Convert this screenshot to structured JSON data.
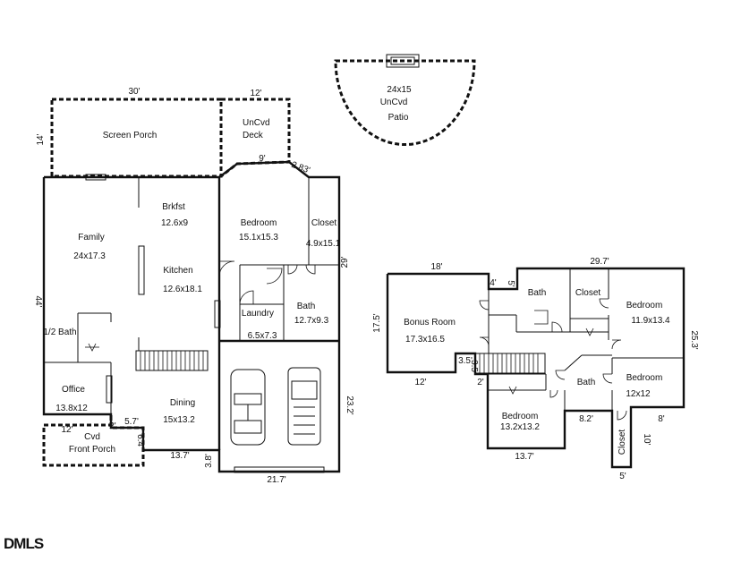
{
  "plan": {
    "logo": "DMLS",
    "first_floor": {
      "rooms": {
        "screen_porch": "Screen Porch",
        "uncvd_deck_1": "UnCvd",
        "uncvd_deck_2": "Deck",
        "patio_size": "24x15",
        "patio_1": "UnCvd",
        "patio_2": "Patio",
        "brkfst": "Brkfst",
        "brkfst_size": "12.6x9",
        "family": "Family",
        "family_size": "24x17.3",
        "kitchen": "Kitchen",
        "kitchen_size": "12.6x18.1",
        "bedroom": "Bedroom",
        "bedroom_size": "15.1x15.3",
        "closet": "Closet",
        "closet_size": "4.9x15.1",
        "bath": "Bath",
        "bath_size": "12.7x9.3",
        "laundry": "Laundry",
        "laundry_size": "6.5x7.3",
        "half_bath": "1/2 Bath",
        "office": "Office",
        "office_size": "13.8x12",
        "dining": "Dining",
        "dining_size": "15x13.2",
        "front_porch_1": "Cvd",
        "front_porch_2": "Front Porch"
      },
      "dims": {
        "d30": "30'",
        "d12a": "12'",
        "d14": "14'",
        "d9": "9'",
        "d283": "2.83'",
        "d29": "29'",
        "d44": "44'",
        "d232": "23.2'",
        "d217": "21.7'",
        "d38": "3.8'",
        "d137": "13.7'",
        "d57": "5.7'",
        "d64": "6.4'",
        "d12b": "12'",
        "d2": "2'"
      }
    },
    "second_floor": {
      "rooms": {
        "bonus": "Bonus Room",
        "bonus_size": "17.3x16.5",
        "bath_top": "Bath",
        "closet_top": "Closet",
        "bedroom_r": "Bedroom",
        "bedroom_r_size": "11.9x13.4",
        "bedroom_r2": "Bedroom",
        "bedroom_r2_size": "12x12",
        "bath_mid": "Bath",
        "bedroom_b": "Bedroom",
        "bedroom_b_size": "13.2x13.2",
        "closet_b": "Closet"
      },
      "dims": {
        "d18": "18'",
        "d297": "29.7'",
        "d4": "4'",
        "d5a": "5'",
        "d175": "17.5'",
        "d12": "12'",
        "d35a": "3.5'",
        "d35b": "3.5'",
        "d2": "2'",
        "d253": "25.3'",
        "d82": "8.2'",
        "d8": "8'",
        "d10": "10'",
        "d5b": "5'",
        "d137": "13.7'"
      }
    }
  }
}
